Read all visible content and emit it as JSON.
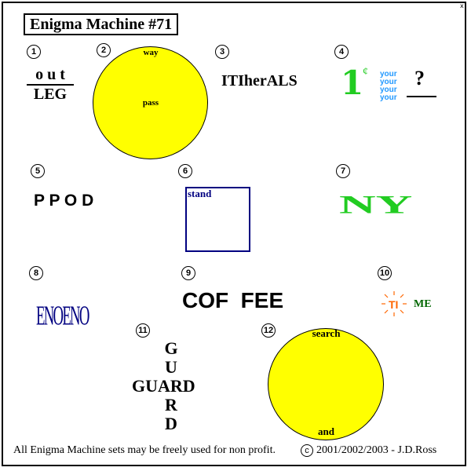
{
  "title": "Enigma Machine #71",
  "corner_mark": "x",
  "puzzles": [
    {
      "number": "1",
      "top": "o u t",
      "bottom": "LEG"
    },
    {
      "number": "2",
      "top_word": "way",
      "center_word": "pass"
    },
    {
      "number": "3",
      "text": "ITIherALS"
    },
    {
      "number": "4",
      "digit": "1",
      "cent": "¢",
      "your_words": [
        "your",
        "your",
        "your",
        "your"
      ],
      "question": "?"
    },
    {
      "number": "5",
      "text": "P P O D"
    },
    {
      "number": "6",
      "text": "stand"
    },
    {
      "number": "7",
      "text": "NY"
    },
    {
      "number": "8",
      "text": "ENOENO"
    },
    {
      "number": "9",
      "text": "COF  FEE"
    },
    {
      "number": "10",
      "left": "TI",
      "right": "ME"
    },
    {
      "number": "11",
      "vertical": [
        "G",
        "U",
        "A",
        "R",
        "D"
      ],
      "horizontal": "GUARD"
    },
    {
      "number": "12",
      "top_word": "search",
      "bottom_word": "and"
    }
  ],
  "footer": {
    "notice": "All Enigma Machine sets may be freely used for non profit.",
    "copyright_symbol": "c",
    "copyright": "2001/2002/2003 - J.D.Ross"
  },
  "colors": {
    "circle_fill": "#ffff00",
    "green": "#22cc22",
    "blue_text": "#2299ff",
    "navy": "#000080",
    "sun_orange": "#ff6600",
    "dark_green": "#006600"
  }
}
